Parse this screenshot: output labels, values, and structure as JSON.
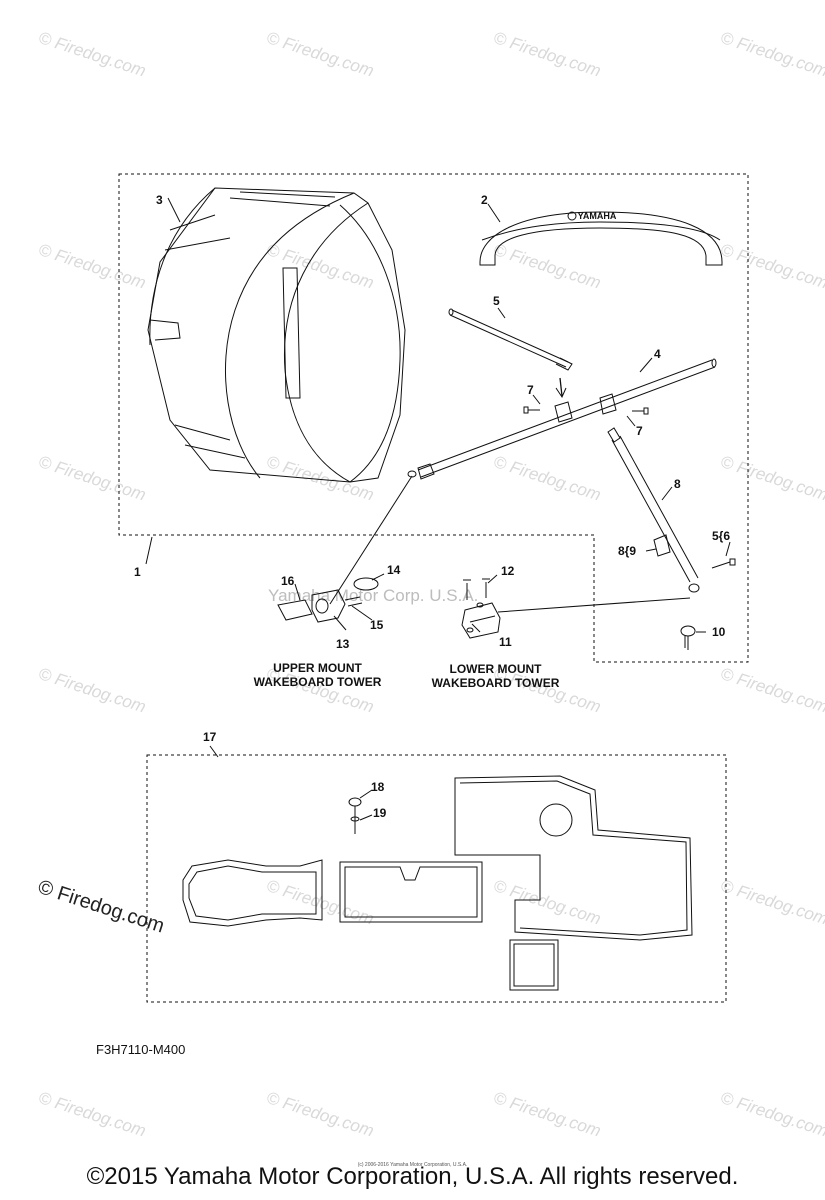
{
  "watermark": {
    "text": "© Firedog.com",
    "center_text": "Yamaha Motor Corp. U.S.A."
  },
  "callouts": {
    "c1": "1",
    "c2": "2",
    "c3": "3",
    "c4": "4",
    "c5": "5",
    "c7a": "7",
    "c7b": "7",
    "c8": "8",
    "c8_9": "8{9",
    "c5_6": "5{6",
    "c10": "10",
    "c11": "11",
    "c12": "12",
    "c13": "13",
    "c14": "14",
    "c15": "15",
    "c16": "16",
    "c17": "17",
    "c18": "18",
    "c19": "19"
  },
  "captions": {
    "upper_line1": "UPPER  MOUNT",
    "upper_line2": "WAKEBOARD TOWER",
    "lower_line1": "LOWER  MOUNT",
    "lower_line2": "WAKEBOARD TOWER"
  },
  "logo_text": "YAMAHA",
  "figure_code": "F3H7110-M400",
  "fine_print": "(c) 2006-2016 Yamaha Motor Corporation, U.S.A.",
  "copyright": "©2015 Yamaha Motor Corporation, U.S.A. All rights reserved."
}
